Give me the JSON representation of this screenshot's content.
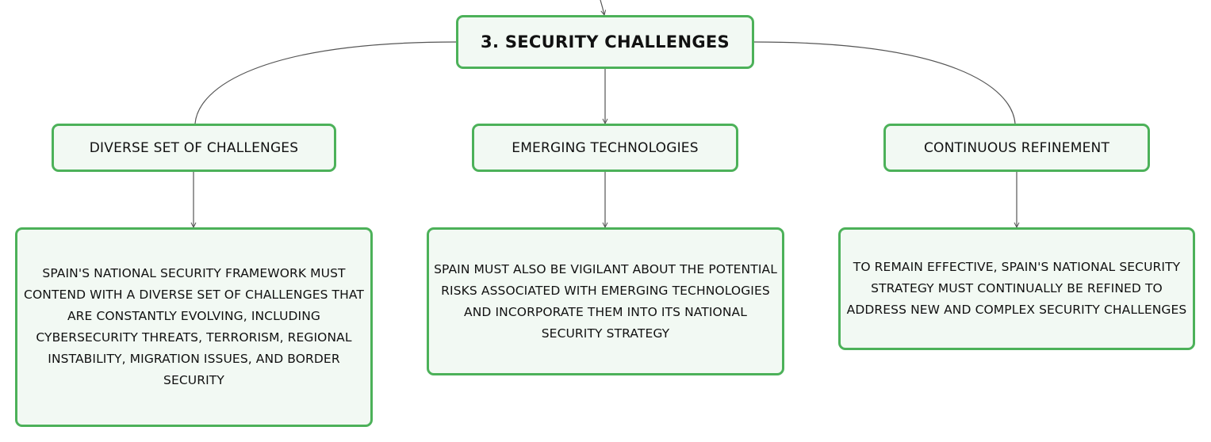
{
  "root": {
    "label": "3. SECURITY CHALLENGES"
  },
  "branches": [
    {
      "label": "DIVERSE SET OF CHALLENGES",
      "detail": "SPAIN'S NATIONAL SECURITY FRAMEWORK MUST CONTEND WITH A DIVERSE SET OF CHALLENGES THAT ARE CONSTANTLY EVOLVING, INCLUDING CYBERSECURITY THREATS, TERRORISM, REGIONAL INSTABILITY, MIGRATION ISSUES, AND BORDER SECURITY"
    },
    {
      "label": "EMERGING TECHNOLOGIES",
      "detail": "SPAIN MUST ALSO BE VIGILANT ABOUT THE POTENTIAL RISKS ASSOCIATED WITH EMERGING TECHNOLOGIES AND INCORPORATE THEM INTO ITS NATIONAL SECURITY STRATEGY"
    },
    {
      "label": "CONTINUOUS REFINEMENT",
      "detail": "TO REMAIN EFFECTIVE, SPAIN'S NATIONAL SECURITY STRATEGY MUST CONTINUALLY BE REFINED TO ADDRESS NEW AND COMPLEX SECURITY CHALLENGES"
    }
  ],
  "colors": {
    "node_border": "#4cb159",
    "node_fill": "#f2f9f3",
    "connector": "#555555"
  }
}
